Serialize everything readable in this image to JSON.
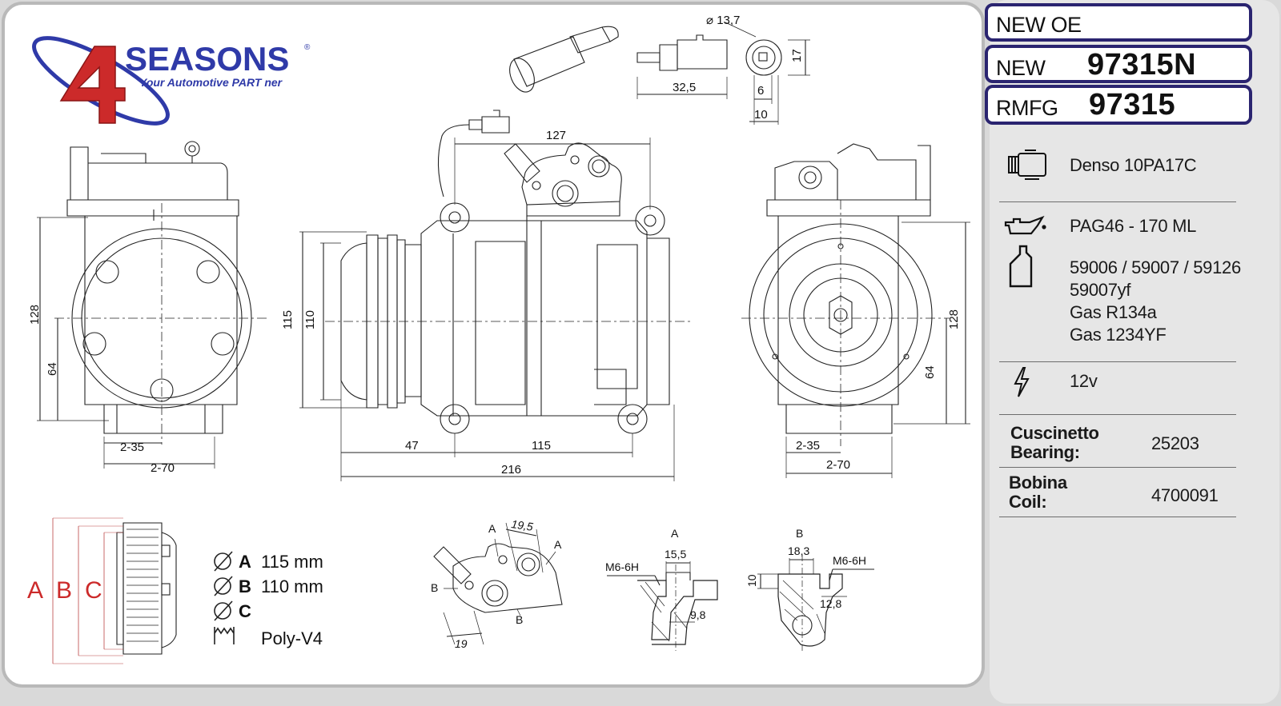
{
  "brand": {
    "name": "SEASONS",
    "number": "4",
    "trademark": "®",
    "tagline": "Your Automotive PART ner"
  },
  "ids": {
    "new_oe_label": "NEW OE",
    "new_label": "NEW",
    "new_value": "97315N",
    "rmfg_label": "RMFG",
    "rmfg_value": "97315"
  },
  "specs": {
    "model": "Denso 10PA17C",
    "oil": "PAG46 - 170 ML",
    "oil_refs": [
      "59006 / 59007 / 59126",
      "59007yf",
      "Gas R134a",
      "Gas 1234YF"
    ],
    "voltage": "12v",
    "bearing_label": [
      "Cuscinetto",
      "Bearing:"
    ],
    "bearing_value": "25203",
    "coil_label": [
      "Bobina",
      "Coil:"
    ],
    "coil_value": "4700091"
  },
  "pulley": {
    "letters": [
      "A",
      "B",
      "C"
    ],
    "rows": [
      {
        "letter": "A",
        "value": "115 mm"
      },
      {
        "letter": "B",
        "value": "110 mm"
      },
      {
        "letter": "C",
        "value": ""
      }
    ],
    "belt": "Poly-V4"
  },
  "dimensions": {
    "connector": {
      "diameter": "⌀ 13,7",
      "length": "32,5",
      "height": "17",
      "pin": "6",
      "width": "10"
    },
    "side": {
      "top": "127",
      "left": "47",
      "mid": "115",
      "total": "216",
      "d1": "115",
      "d2": "110"
    },
    "front": {
      "height": "128",
      "half": "64",
      "hole1": "2-35",
      "hole2": "2-70"
    },
    "back": {
      "height": "128",
      "half": "64",
      "hole1": "2-35",
      "hole2": "2-70"
    },
    "ports": {
      "a_top": "A",
      "a_right": "A",
      "b_left": "B",
      "b_bottom": "B",
      "w1": "19,5",
      "w2": "19"
    },
    "section_a": {
      "title": "A",
      "width": "15,5",
      "thread": "M6-6H",
      "depth": "9,8"
    },
    "section_b": {
      "title": "B",
      "width": "18,3",
      "thread": "M6-6H",
      "height": "10",
      "depth": "12,8"
    }
  },
  "colors": {
    "accent": "#2a2470",
    "red": "#cc2a2a",
    "brand_blue": "#2f3aa8"
  },
  "icons": {
    "compressor": "compressor-icon",
    "oil": "oil-can-icon",
    "bottle": "oil-bottle-icon",
    "voltage": "lightning-icon"
  }
}
